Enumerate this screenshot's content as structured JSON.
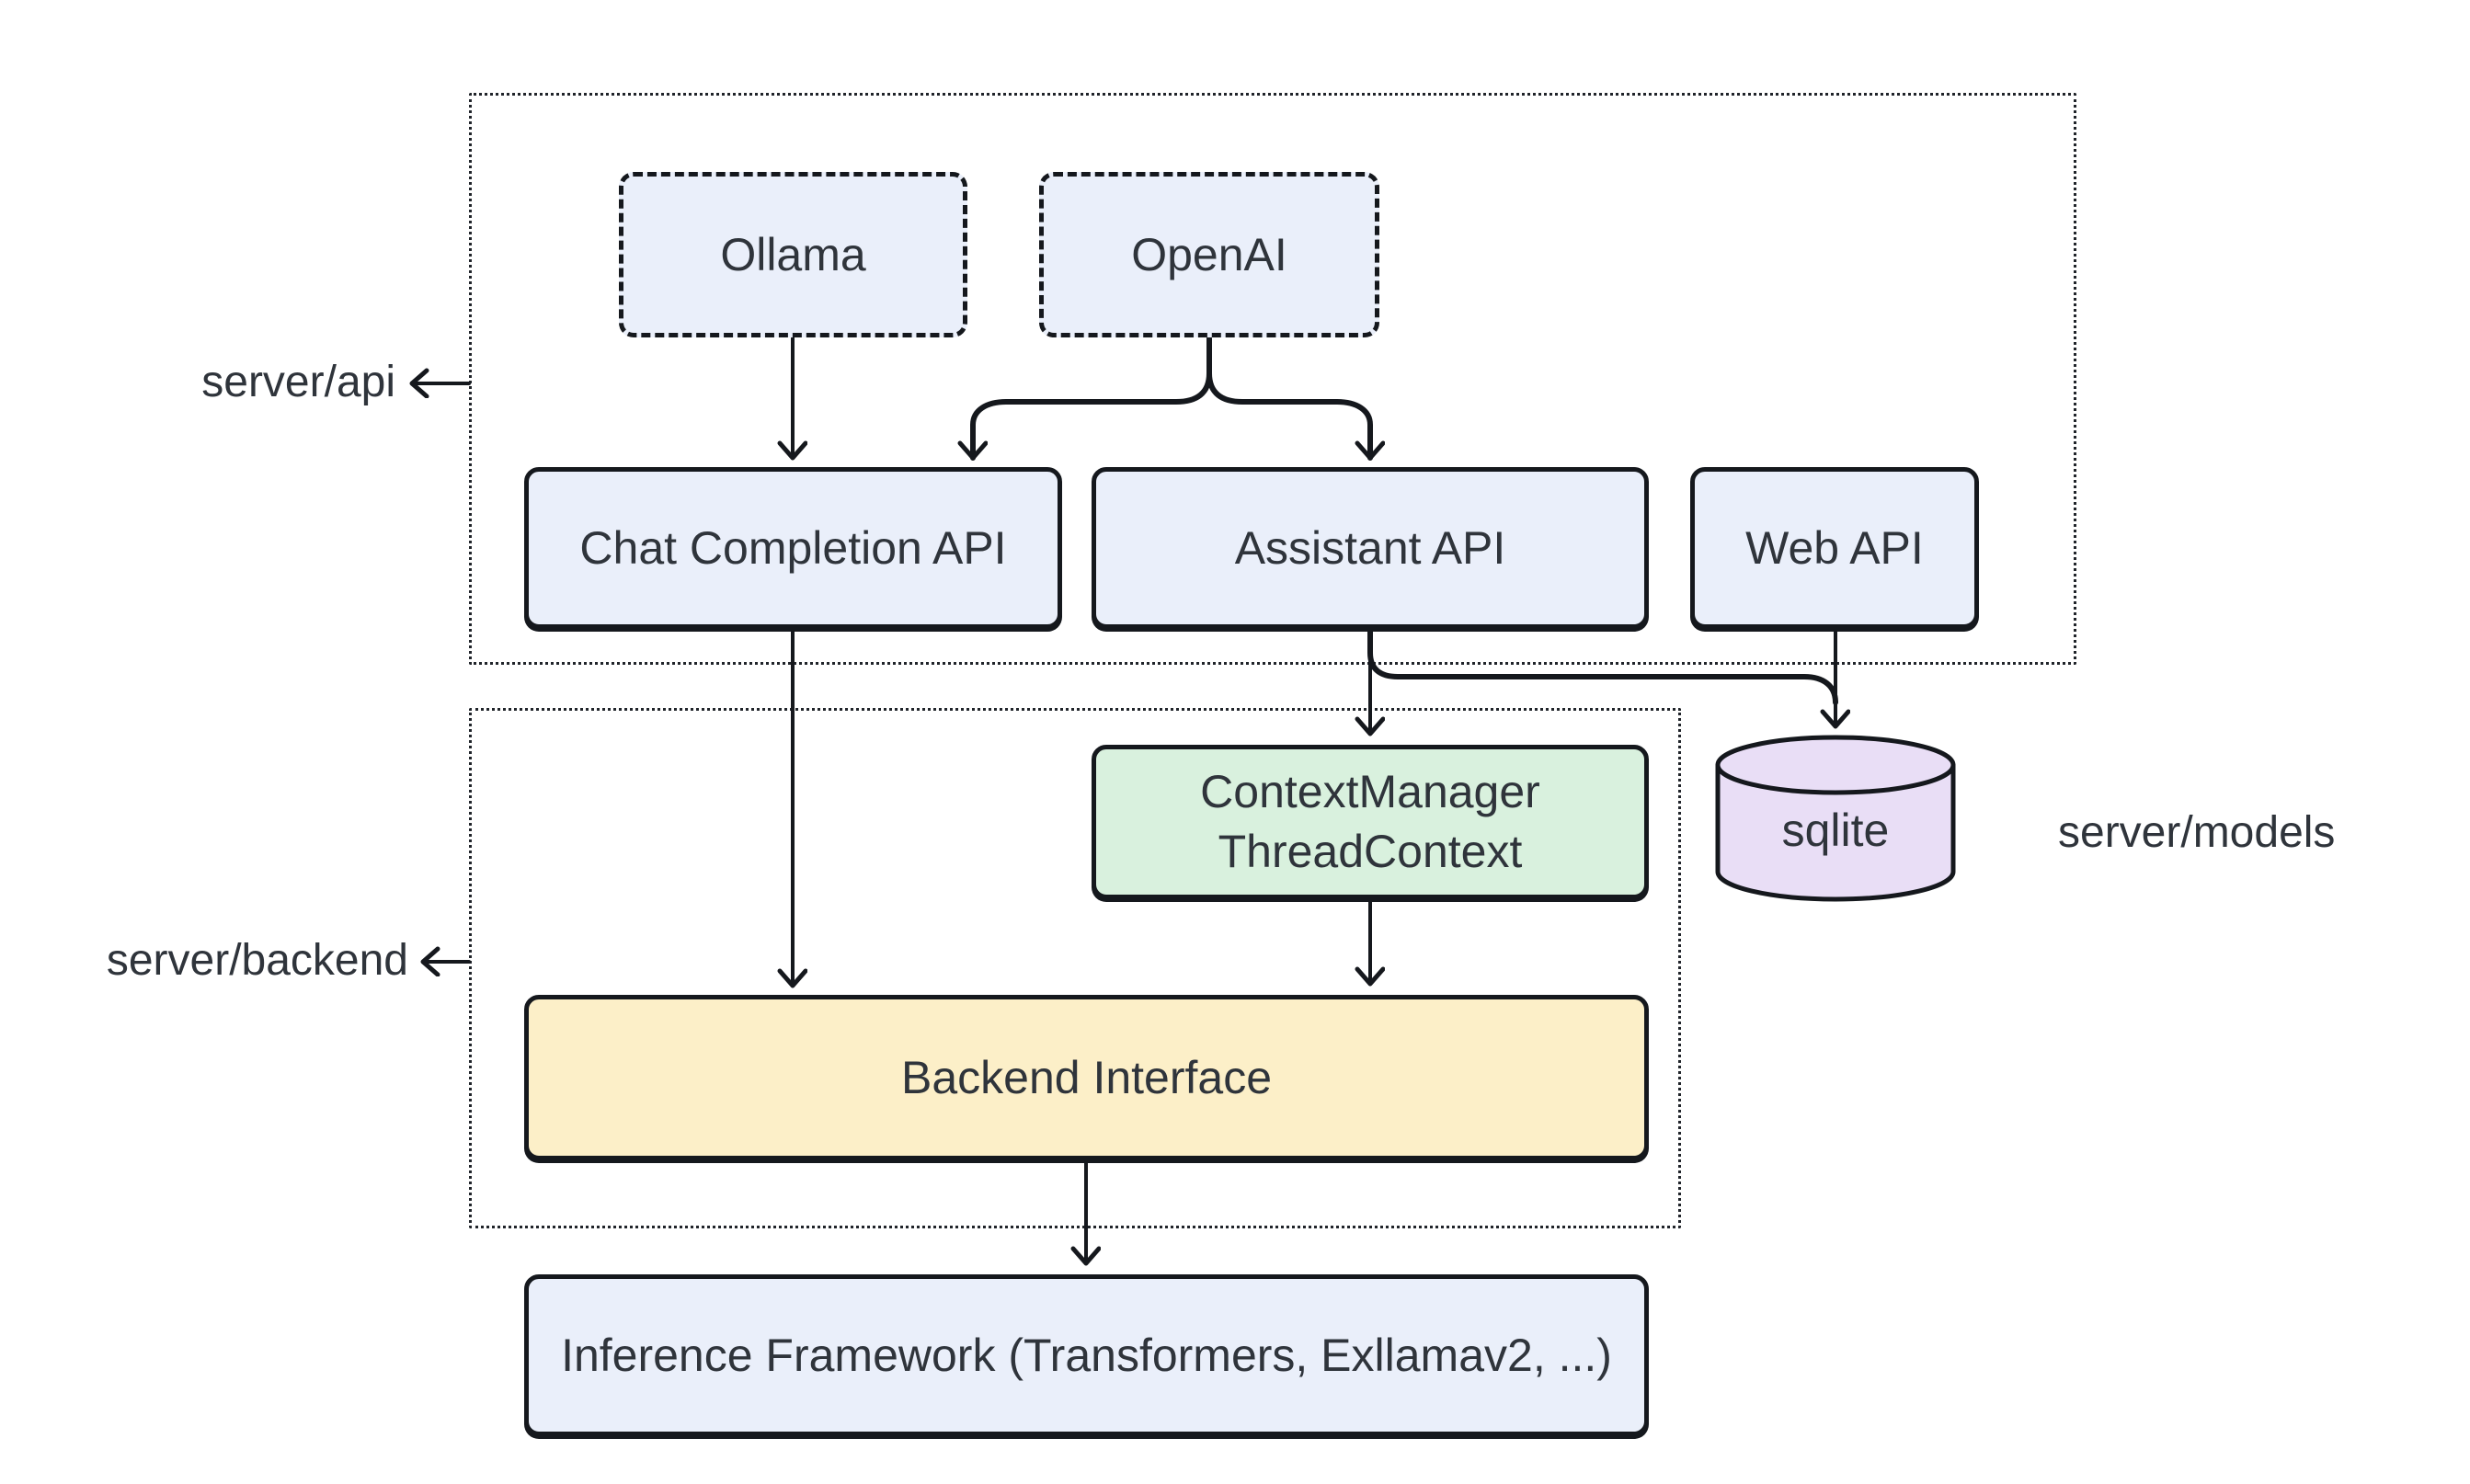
{
  "groups": {
    "server_api": {
      "label": "server/api"
    },
    "server_backend": {
      "label": "server/backend"
    },
    "server_models": {
      "label": "server/models"
    }
  },
  "nodes": {
    "ollama": {
      "label": "Ollama"
    },
    "openai": {
      "label": "OpenAI"
    },
    "chat_completion_api": {
      "label": "Chat Completion API"
    },
    "assistant_api": {
      "label": "Assistant API"
    },
    "web_api": {
      "label": "Web API"
    },
    "context_manager": {
      "lines": [
        "ContextManager",
        "ThreadContext"
      ]
    },
    "sqlite": {
      "label": "sqlite"
    },
    "backend_interface": {
      "label": "Backend Interface"
    },
    "inference_framework": {
      "label": "Inference Framework (Transformers, Exllamav2, ...)"
    }
  },
  "edges": [
    {
      "from": "Ollama",
      "to": "Chat Completion API"
    },
    {
      "from": "OpenAI",
      "to": "Chat Completion API"
    },
    {
      "from": "OpenAI",
      "to": "Assistant API"
    },
    {
      "from": "Chat Completion API",
      "to": "Backend Interface"
    },
    {
      "from": "Assistant API",
      "to": "ContextManager ThreadContext"
    },
    {
      "from": "Assistant API",
      "to": "sqlite"
    },
    {
      "from": "Web API",
      "to": "sqlite"
    },
    {
      "from": "ContextManager ThreadContext",
      "to": "Backend Interface"
    },
    {
      "from": "Backend Interface",
      "to": "Inference Framework (Transformers, Exllamav2, ...)"
    }
  ],
  "colors": {
    "node_blue": "#eaeffa",
    "node_green": "#d9f1de",
    "node_yellow": "#fcefc8",
    "node_purple": "#e9def6",
    "line": "#15181d",
    "text": "#2f343b",
    "background": "#ffffff"
  }
}
